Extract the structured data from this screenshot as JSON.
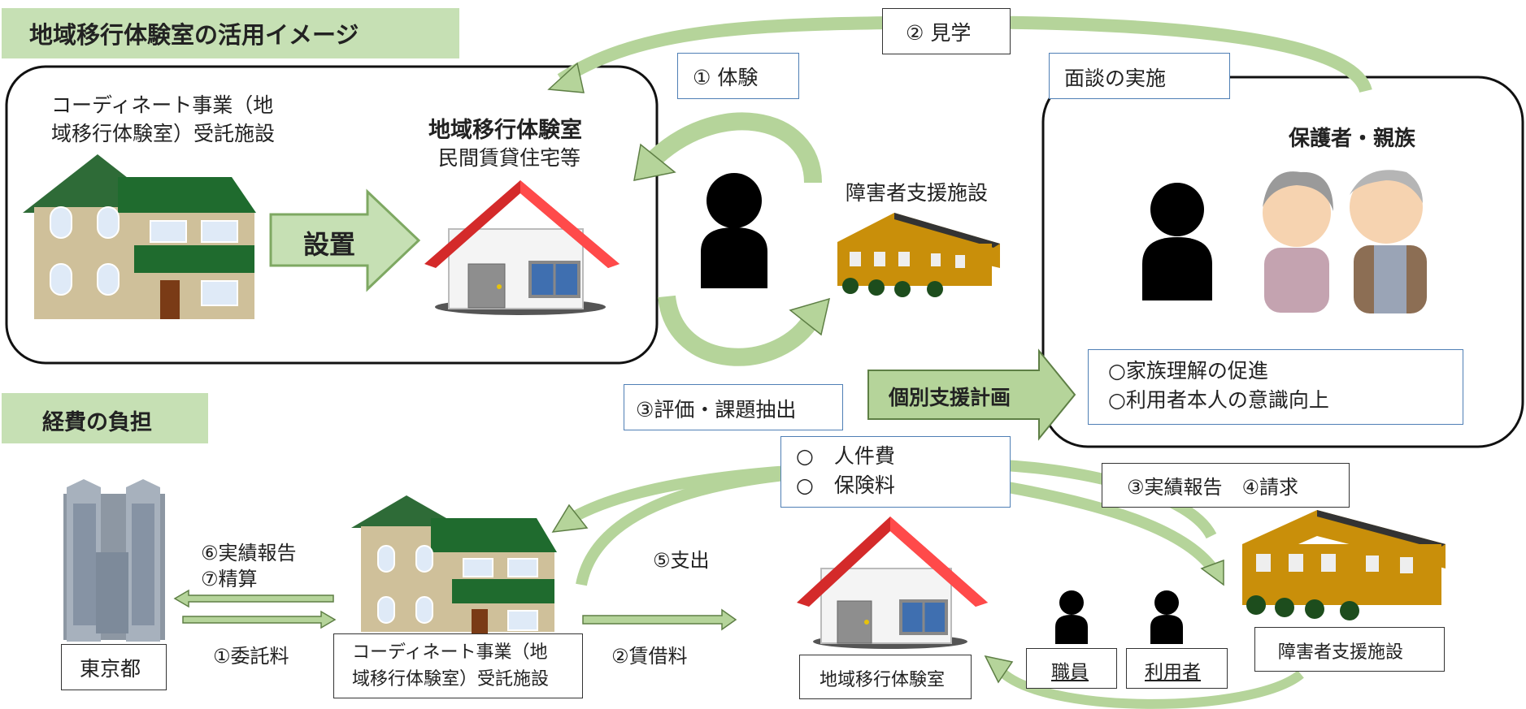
{
  "section1": {
    "title": "地域移行体験室の活用イメージ",
    "coordinator_line1": "コーディネート事業（地",
    "coordinator_line2": "域移行体験室）受託施設",
    "install_label": "設置",
    "room_title": "地域移行体験室",
    "room_subtitle": "民間賃貸住宅等",
    "step1": "① 体験",
    "step2": "② 見学",
    "step3": "③評価・課題抽出",
    "facility": "障害者支援施設",
    "interview": "面談の実施",
    "guardians": "保護者・親族",
    "plan_label": "個別支援計画",
    "outcome1": "○家族理解の促進",
    "outcome2": "○利用者本人の意識向上"
  },
  "section2": {
    "title": "経費の負担",
    "tokyo": "東京都",
    "report_settle1": "⑥実績報告",
    "report_settle2": "⑦精算",
    "commission": "①委託料",
    "coordinator_line1": "コーディネート事業（地",
    "coordinator_line2": "域移行体験室）受託施設",
    "rent": "②賃借料",
    "expense": "⑤支出",
    "cost1": "○　人件費",
    "cost2": "○　保険料",
    "report_claim": "③実績報告　④請求",
    "room": "地域移行体験室",
    "staff": "職員",
    "user": "利用者",
    "facility": "障害者支援施設"
  },
  "colors": {
    "header_green": "#c6e0b4",
    "arrow_green": "#b5d49a",
    "arrow_border": "#5e7f45",
    "box_border": "#4f7fb5"
  }
}
